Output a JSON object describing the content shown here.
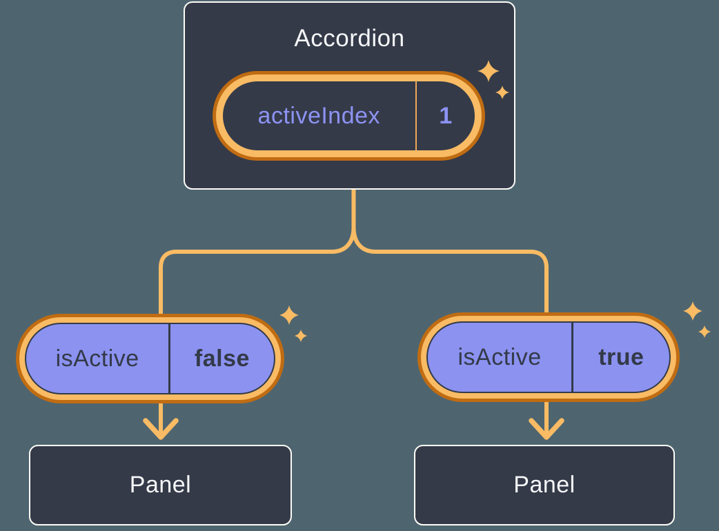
{
  "colors": {
    "background": "#4e6570",
    "card_background": "#343a48",
    "card_border": "#fffdf7",
    "connector_orange": "#f9bb64",
    "ring_dark_orange": "#c06c12",
    "pill_purple": "#8b92f0",
    "purple_text": "#8d93f2",
    "dark_text": "#333a48",
    "light_text": "#f5f6f8"
  },
  "diagram": {
    "accordion": {
      "title": "Accordion",
      "state": {
        "name": "activeIndex",
        "value": "1"
      }
    },
    "children": [
      {
        "state": {
          "name": "isActive",
          "value": "false"
        },
        "panel": {
          "label": "Panel"
        }
      },
      {
        "state": {
          "name": "isActive",
          "value": "true"
        },
        "panel": {
          "label": "Panel"
        }
      }
    ]
  },
  "icons": {
    "sparkle": "four-point-sparkle"
  }
}
